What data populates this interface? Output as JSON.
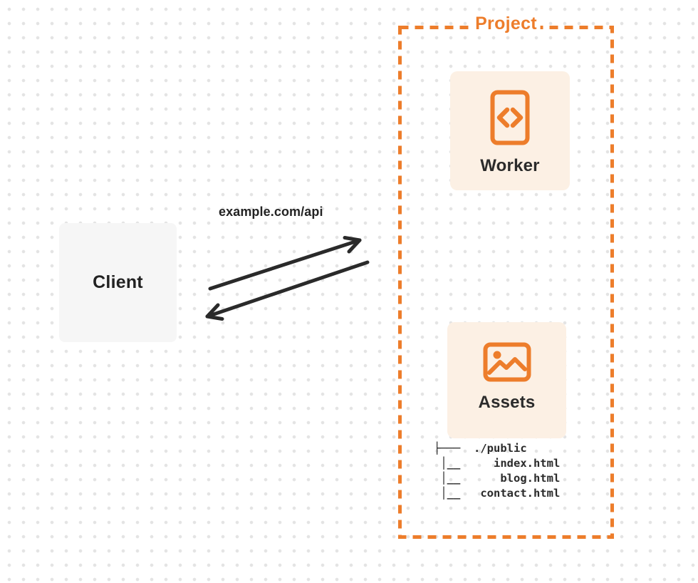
{
  "colors": {
    "accent_orange": "#ed7d2b",
    "card_cream": "#fcf0e4",
    "client_gray": "#f6f6f6",
    "text_dark": "#222222",
    "arrow_dark": "#2a2a2a",
    "dot_grid": "#e4e4e4"
  },
  "diagram": {
    "project": {
      "label": "Project"
    },
    "worker": {
      "label": "Worker",
      "icon": "code-file-icon"
    },
    "assets": {
      "label": "Assets",
      "icon": "image-icon"
    },
    "client": {
      "label": "Client"
    },
    "request": {
      "label": "example.com/api"
    },
    "file_tree": {
      "lines": [
        "├───  ./public",
        " │__     index.html",
        " │__      blog.html",
        " │__   contact.html"
      ]
    }
  }
}
